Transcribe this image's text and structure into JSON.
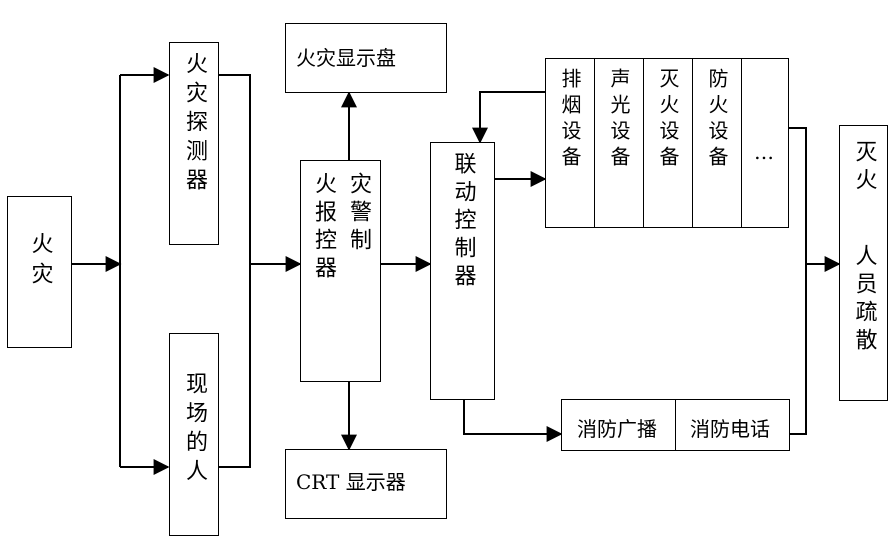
{
  "nodes": {
    "fire": "火灾",
    "fire_detector": "火灾探测器",
    "on_site_person": "现场的人",
    "fire_display_panel": "火灾显示盘",
    "alarm_controller_col1": "灾警制",
    "alarm_controller_col2": "火报控器",
    "crt_display": "CRT 显示器",
    "linkage_controller": "联动控制器",
    "smoke_exhaust": "排烟设备",
    "sound_light": "声光设备",
    "extinguishing": "灭火设备",
    "fire_prevention": "防火设备",
    "ellipsis": "…",
    "broadcast": "消防广播",
    "telephone": "消防电话",
    "outcome_col1": "灭火",
    "outcome_col2": "人员疏散"
  }
}
